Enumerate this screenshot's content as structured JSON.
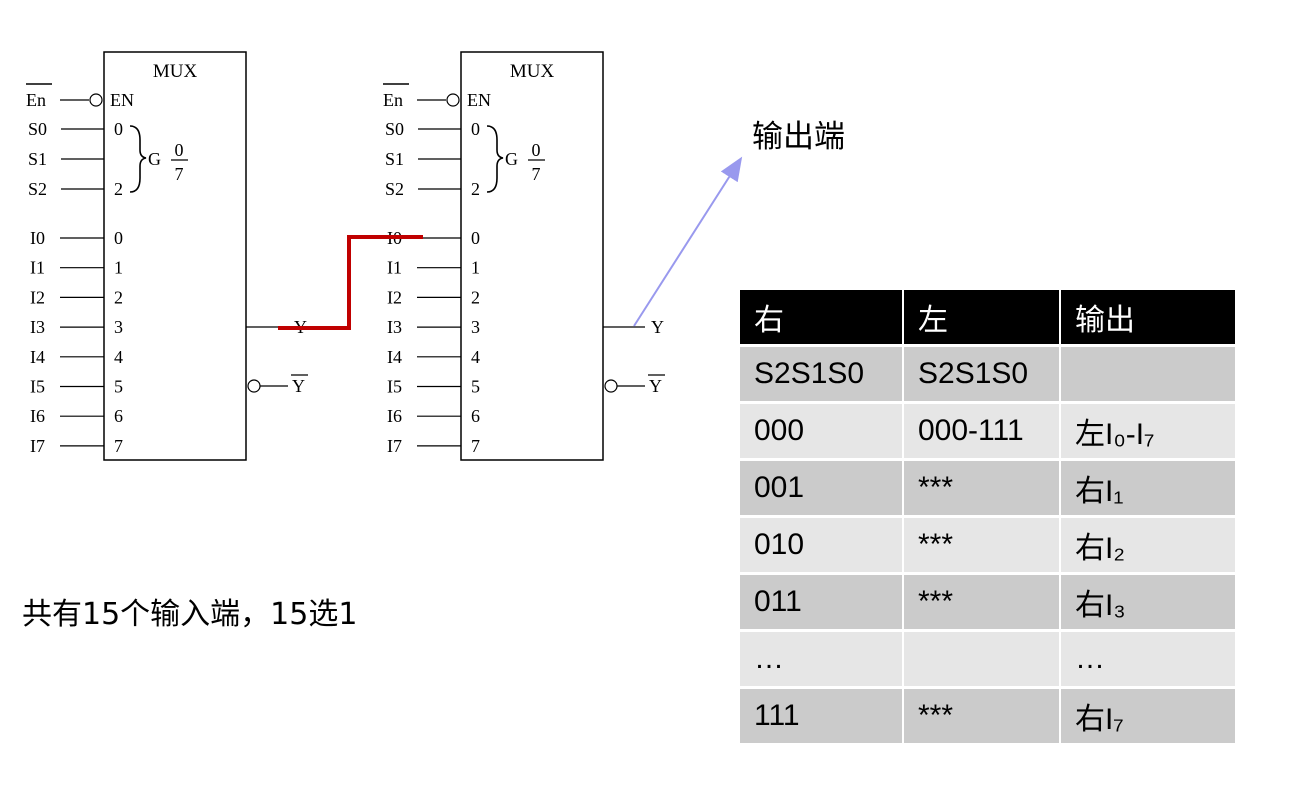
{
  "mux1": {
    "title": "MUX",
    "en_bar": "En",
    "en": "EN",
    "sel_inputs": [
      "S0",
      "S1",
      "S2"
    ],
    "sel_pins": [
      "0",
      "2"
    ],
    "group_g": "G",
    "frac_num": "0",
    "frac_den": "7",
    "data_inputs": [
      "I0",
      "I1",
      "I2",
      "I3",
      "I4",
      "I5",
      "I6",
      "I7"
    ],
    "data_pins": [
      "0",
      "1",
      "2",
      "3",
      "4",
      "5",
      "6",
      "7"
    ],
    "out_y": "Y",
    "out_ybar": "Y"
  },
  "mux2": {
    "title": "MUX",
    "en_bar": "En",
    "en": "EN",
    "sel_inputs": [
      "S0",
      "S1",
      "S2"
    ],
    "sel_pins": [
      "0",
      "2"
    ],
    "group_g": "G",
    "frac_num": "0",
    "frac_den": "7",
    "data_inputs": [
      "I0",
      "I1",
      "I2",
      "I3",
      "I4",
      "I5",
      "I6",
      "I7"
    ],
    "data_pins": [
      "0",
      "1",
      "2",
      "3",
      "4",
      "5",
      "6",
      "7"
    ],
    "out_y": "Y",
    "out_ybar": "Y"
  },
  "colors": {
    "link_wire": "#c00000",
    "arrow": "#9999ee"
  },
  "callout": "输出端",
  "note": "共有15个输入端，15选1",
  "table": {
    "headers": [
      "右",
      "左",
      "输出"
    ],
    "rows": [
      [
        "S2S1S0",
        "S2S1S0",
        ""
      ],
      [
        "000",
        "000-111",
        "左I₀-I₇"
      ],
      [
        "001",
        "***",
        "右I₁"
      ],
      [
        "010",
        "***",
        "右I₂"
      ],
      [
        "011",
        "***",
        "右I₃"
      ],
      [
        "…",
        "",
        "…"
      ],
      [
        "111",
        "***",
        "右I₇"
      ]
    ]
  }
}
